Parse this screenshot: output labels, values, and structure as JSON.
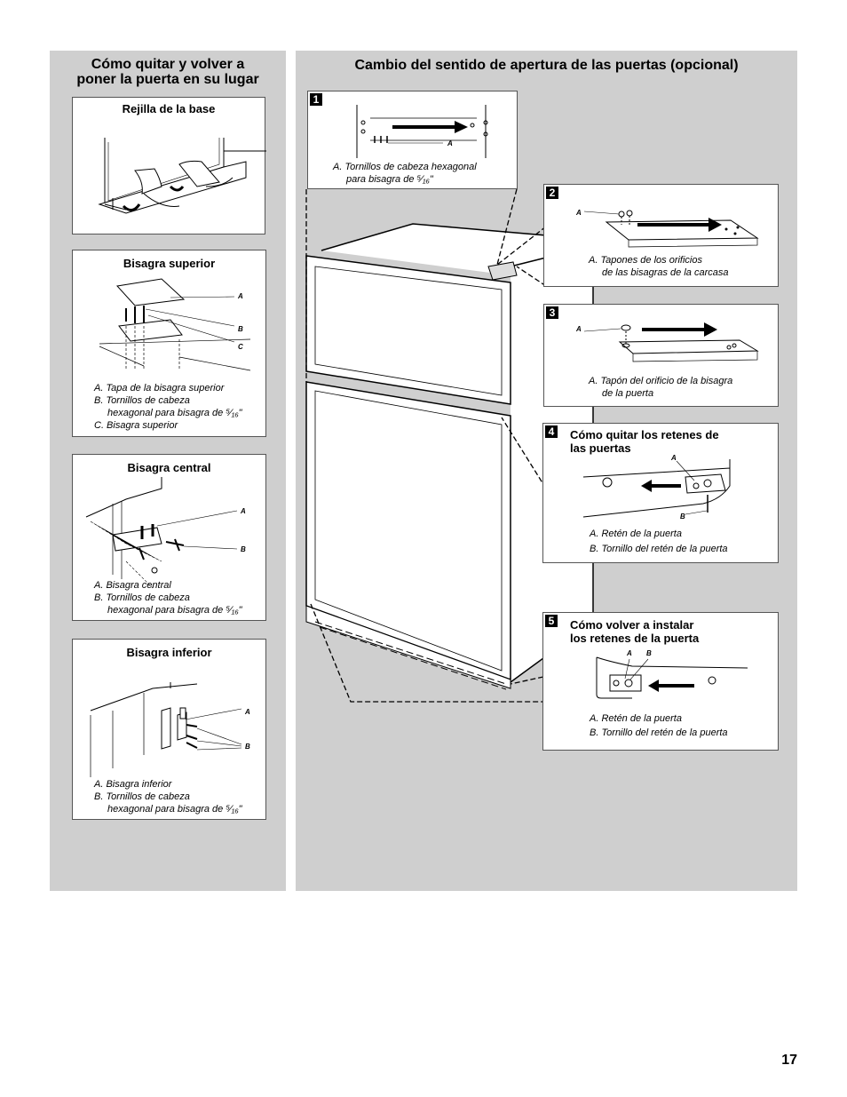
{
  "left_panel": {
    "title_line1": "Cómo quitar y volver a",
    "title_line2": "poner la puerta en su lugar",
    "base_grille": {
      "title": "Rejilla de la base"
    },
    "top_hinge": {
      "title": "Bisagra superior",
      "labels": [
        "A",
        "B",
        "C"
      ],
      "captions": [
        "A. Tapa de la bisagra superior",
        "B. Tornillos de cabeza",
        "hexagonal para bisagra de ⁵⁄₁₆\"",
        "C. Bisagra superior"
      ]
    },
    "center_hinge": {
      "title": "Bisagra central",
      "labels": [
        "A",
        "B"
      ],
      "captions": [
        "A. Bisagra central",
        "B. Tornillos de cabeza",
        "hexagonal para bisagra de ⁵⁄₁₆\""
      ]
    },
    "bottom_hinge": {
      "title": "Bisagra inferior",
      "labels": [
        "A",
        "B"
      ],
      "captions": [
        "A. Bisagra inferior",
        "B. Tornillos de cabeza",
        "hexagonal para bisagra de ⁵⁄₁₆\""
      ]
    }
  },
  "right_panel": {
    "title": "Cambio del sentido de apertura de las puertas (opcional)",
    "step1": {
      "num": "1",
      "label": "A",
      "captions": [
        "A. Tornillos de cabeza hexagonal",
        "para bisagra de ⁵⁄₁₆\""
      ]
    },
    "step2": {
      "num": "2",
      "label": "A",
      "captions": [
        "A. Tapones de los orificios",
        "de las bisagras de la carcasa"
      ]
    },
    "step3": {
      "num": "3",
      "label": "A",
      "captions": [
        "A. Tapón del orificio de la bisagra",
        "de la puerta"
      ]
    },
    "step4": {
      "num": "4",
      "title_line1": "Cómo quitar los retenes de",
      "title_line2": "las puertas",
      "labels": [
        "A",
        "B"
      ],
      "captions": [
        "A. Retén de la puerta",
        "B. Tornillo del retén de la puerta"
      ]
    },
    "step5": {
      "num": "5",
      "title_line1": "Cómo volver a instalar",
      "title_line2": "los retenes de la puerta",
      "labels": [
        "A",
        "B"
      ],
      "captions": [
        "A. Retén de la puerta",
        "B. Tornillo del retén de la puerta"
      ]
    }
  },
  "page_number": "17"
}
